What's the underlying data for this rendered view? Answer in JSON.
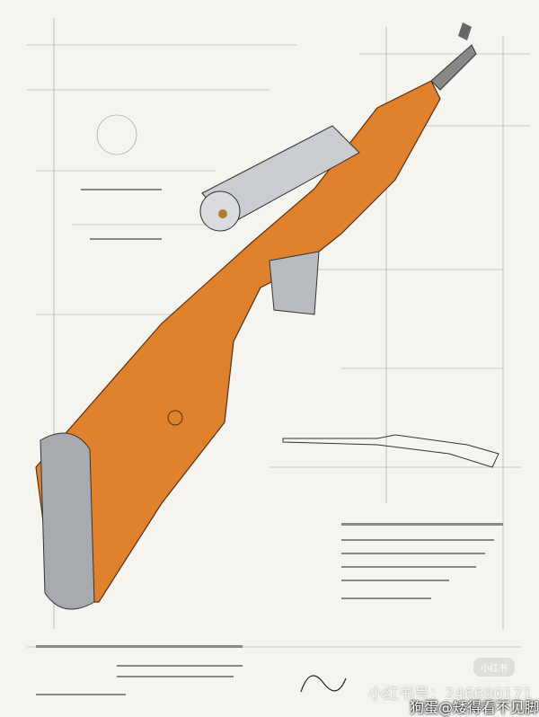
{
  "watermark": {
    "platform_logo": "小红书",
    "account_id": "小红书号：246690171",
    "author": "狗蛋@矮得看不见脚"
  },
  "colors": {
    "wood": "#e0822d",
    "paper": "#f6f4ee",
    "metal": "#9ea3a8",
    "ink": "#333333"
  }
}
